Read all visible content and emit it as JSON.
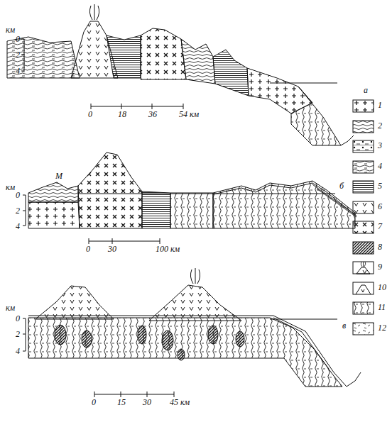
{
  "diagram": {
    "labels": [
      "км",
      "0",
      "2",
      "4",
      "а",
      "0",
      "18",
      "36",
      "54 км",
      "км",
      "М",
      "0",
      "2",
      "4",
      "б",
      "0",
      "30",
      "100 км",
      "км",
      "0",
      "2",
      "4",
      "в",
      "0",
      "15",
      "30",
      "45 км"
    ],
    "legend": [
      {
        "text": "1"
      },
      {
        "text": "2"
      },
      {
        "text": "3"
      },
      {
        "text": "4"
      },
      {
        "text": "5"
      },
      {
        "text": "6"
      },
      {
        "text": "7"
      },
      {
        "text": "8"
      },
      {
        "text": "9"
      },
      {
        "text": "10"
      },
      {
        "text": "11"
      },
      {
        "text": "12"
      }
    ]
  }
}
